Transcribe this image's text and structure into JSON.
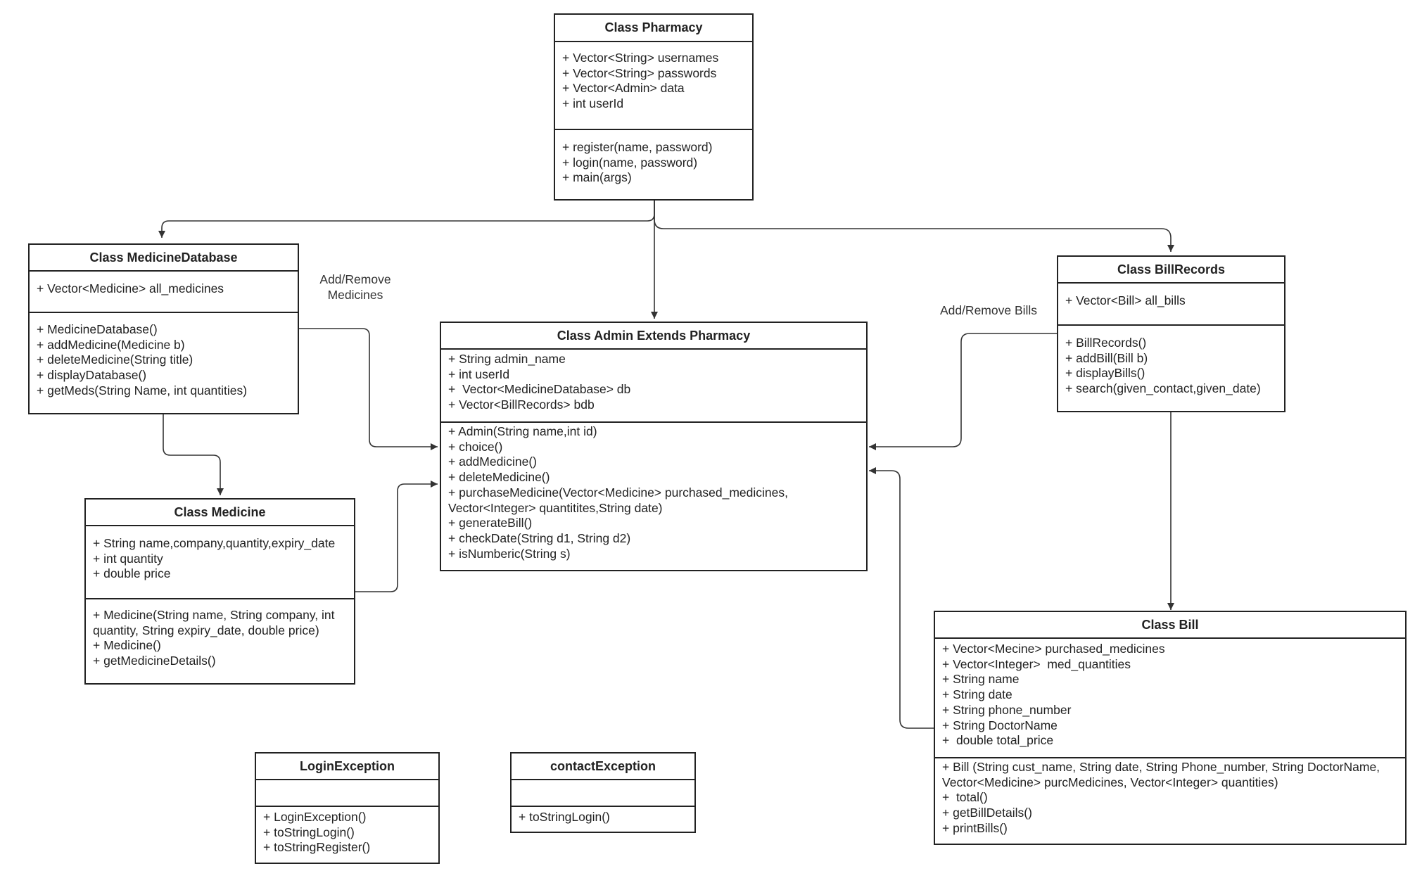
{
  "classes": {
    "pharmacy": {
      "title": "Class Pharmacy",
      "attributes": [
        "+ Vector<String> usernames",
        "+ Vector<String> passwords",
        "+ Vector<Admin> data",
        "+ int userId"
      ],
      "methods": [
        "+ register(name, password)",
        "+ login(name, password)",
        "+ main(args)"
      ]
    },
    "medicine_database": {
      "title": "Class MedicineDatabase",
      "attributes": [
        "+ Vector<Medicine> all_medicines"
      ],
      "methods": [
        "+ MedicineDatabase()",
        "+ addMedicine(Medicine b)",
        "+ deleteMedicine(String title)",
        "+ displayDatabase()",
        "+ getMeds(String Name, int quantities)"
      ]
    },
    "admin": {
      "title": "Class Admin Extends Pharmacy",
      "attributes": [
        "+ String admin_name",
        "+ int userId",
        "+  Vector<MedicineDatabase> db",
        "+ Vector<BillRecords> bdb"
      ],
      "methods": [
        "+ Admin(String name,int id)",
        "+ choice()",
        "+ addMedicine()",
        "+ deleteMedicine()",
        "+ purchaseMedicine(Vector<Medicine> purchased_medicines,",
        "Vector<Integer> quantitites,String date)",
        "+ generateBill()",
        "+ checkDate(String d1, String d2)",
        "+ isNumberic(String s)"
      ]
    },
    "bill_records": {
      "title": "Class BillRecords",
      "attributes": [
        "+ Vector<Bill> all_bills"
      ],
      "methods": [
        "+ BillRecords()",
        "+ addBill(Bill b)",
        "+ displayBills()",
        "+ search(given_contact,given_date)"
      ]
    },
    "medicine": {
      "title": "Class Medicine",
      "attributes": [
        "+ String name,company,quantity,expiry_date",
        "+ int quantity",
        "+ double price"
      ],
      "methods": [
        "+ Medicine(String name, String company, int",
        "quantity, String expiry_date, double price)",
        "+ Medicine()",
        "+ getMedicineDetails()"
      ]
    },
    "bill": {
      "title": "Class Bill",
      "attributes": [
        "+ Vector<Mecine> purchased_medicines",
        "+ Vector<Integer>  med_quantities",
        "+ String name",
        "+ String date",
        "+ String phone_number",
        "+ String DoctorName",
        "+  double total_price"
      ],
      "methods": [
        "+ Bill (String cust_name, String date, String Phone_number, String DoctorName,",
        "Vector<Medicine> purcMedicines, Vector<Integer> quantities)",
        "+  total()",
        "+ getBillDetails()",
        "+ printBills()"
      ]
    },
    "login_exception": {
      "title": "LoginException",
      "attributes": [],
      "methods": [
        "+ LoginException()",
        "+ toStringLogin()",
        "+ toStringRegister()"
      ]
    },
    "contact_exception": {
      "title": "contactException",
      "attributes": [],
      "methods": [
        "+ toStringLogin()"
      ]
    }
  },
  "labels": {
    "add_remove_medicines": "Add/Remove\nMedicines",
    "add_remove_bills": "Add/Remove Bills"
  },
  "colors": {
    "line": "#333333",
    "border": "#222222"
  }
}
